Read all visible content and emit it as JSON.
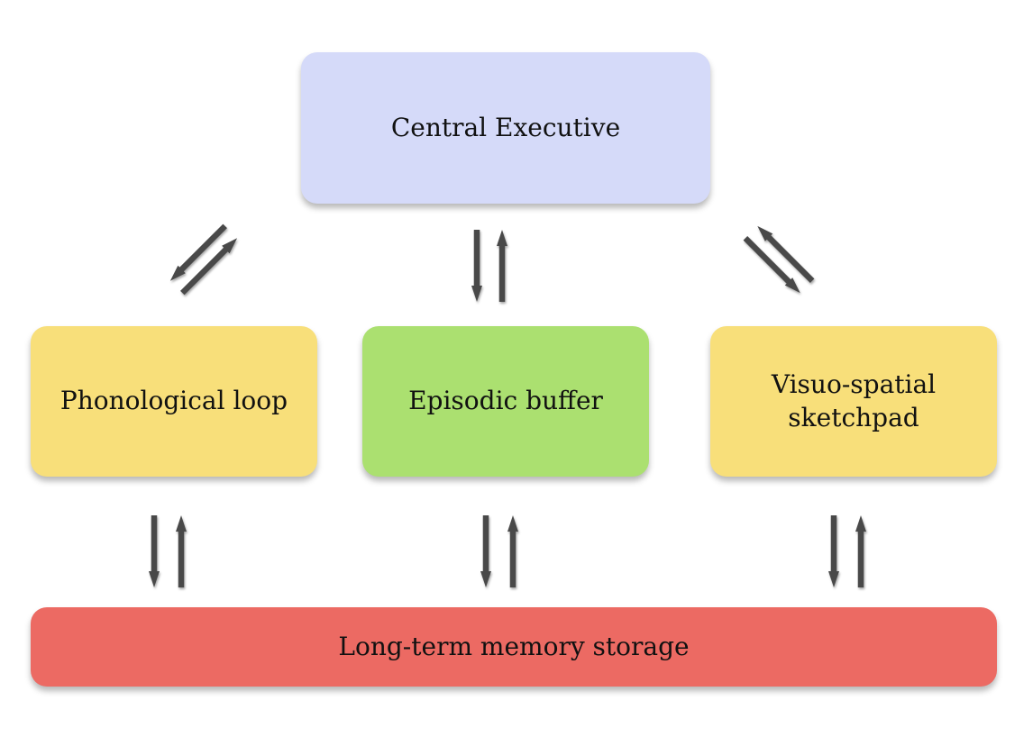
{
  "diagram": {
    "central_executive": {
      "label": "Central Executive",
      "fill": "#d5daf9"
    },
    "phonological_loop": {
      "label": "Phonological loop",
      "fill": "#f8df7a"
    },
    "episodic_buffer": {
      "label": "Episodic buffer",
      "fill": "#abe070"
    },
    "visuo_spatial_sketchpad": {
      "label_line1": "Visuo-spatial",
      "label_line2": "sketchpad",
      "fill": "#f8df7a"
    },
    "long_term_memory": {
      "label": "Long-term memory storage",
      "fill": "#ec6a63"
    },
    "arrow_color": "#4a4a4a",
    "connections": [
      {
        "from": "central_executive",
        "to": "phonological_loop",
        "direction": "bidirectional"
      },
      {
        "from": "central_executive",
        "to": "episodic_buffer",
        "direction": "bidirectional"
      },
      {
        "from": "central_executive",
        "to": "visuo_spatial_sketchpad",
        "direction": "bidirectional"
      },
      {
        "from": "phonological_loop",
        "to": "long_term_memory",
        "direction": "bidirectional"
      },
      {
        "from": "episodic_buffer",
        "to": "long_term_memory",
        "direction": "bidirectional"
      },
      {
        "from": "visuo_spatial_sketchpad",
        "to": "long_term_memory",
        "direction": "bidirectional"
      }
    ]
  }
}
